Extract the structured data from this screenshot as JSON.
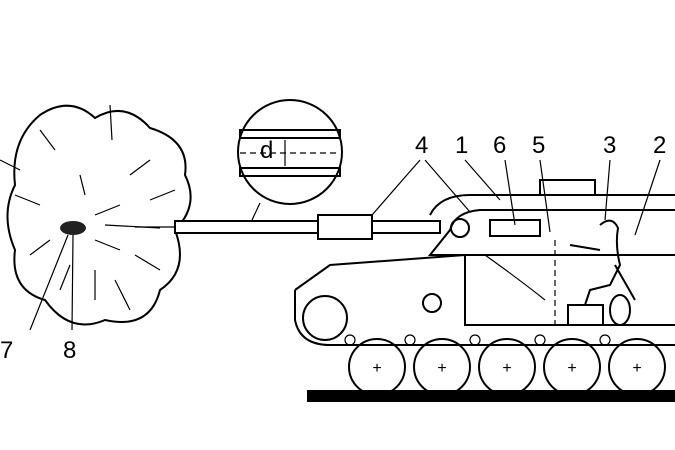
{
  "diagram": {
    "labels": {
      "d": "d",
      "l4": "4",
      "l1": "1",
      "l6": "6",
      "l5": "5",
      "l3": "3",
      "l2": "2",
      "l7": "7",
      "l8": "8"
    }
  }
}
